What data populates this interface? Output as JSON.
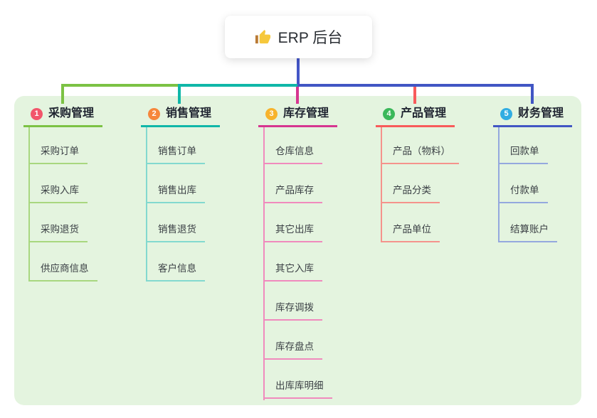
{
  "root": {
    "label": "ERP 后台",
    "icon": "thumbs-up-icon"
  },
  "colors": {
    "background": "#ffffff",
    "panel_background": "#e4f4df",
    "root_connector": "#4456c7",
    "root_text": "#2a2e33",
    "icon_hand": "#f6c83c",
    "icon_sleeve": "#b97a35"
  },
  "branches": [
    {
      "number": "1",
      "label": "采购管理",
      "badge_color": "#f2566b",
      "line_color": "#7cc244",
      "sub_line_color": "#a8d77f",
      "items": [
        {
          "label": "采购订单"
        },
        {
          "label": "采购入库"
        },
        {
          "label": "采购退货"
        },
        {
          "label": "供应商信息"
        }
      ]
    },
    {
      "number": "2",
      "label": "销售管理",
      "badge_color": "#f6873c",
      "line_color": "#10b7a8",
      "sub_line_color": "#83d9cf",
      "items": [
        {
          "label": "销售订单"
        },
        {
          "label": "销售出库"
        },
        {
          "label": "销售退货"
        },
        {
          "label": "客户信息"
        }
      ]
    },
    {
      "number": "3",
      "label": "库存管理",
      "badge_color": "#f7b32c",
      "line_color": "#d63690",
      "sub_line_color": "#f08abd",
      "items": [
        {
          "label": "仓库信息"
        },
        {
          "label": "产品库存"
        },
        {
          "label": "其它出库"
        },
        {
          "label": "其它入库"
        },
        {
          "label": "库存调拨"
        },
        {
          "label": "库存盘点"
        },
        {
          "label": "出库库明细"
        }
      ]
    },
    {
      "number": "4",
      "label": "产品管理",
      "badge_color": "#3bb85a",
      "line_color": "#f85b5b",
      "sub_line_color": "#f5938c",
      "items": [
        {
          "label": "产品（物料）"
        },
        {
          "label": "产品分类"
        },
        {
          "label": "产品单位"
        }
      ]
    },
    {
      "number": "5",
      "label": "财务管理",
      "badge_color": "#31ade2",
      "line_color": "#4156c4",
      "sub_line_color": "#94a8de",
      "items": [
        {
          "label": "回款单"
        },
        {
          "label": "付款单"
        },
        {
          "label": "结算账户"
        }
      ]
    }
  ]
}
